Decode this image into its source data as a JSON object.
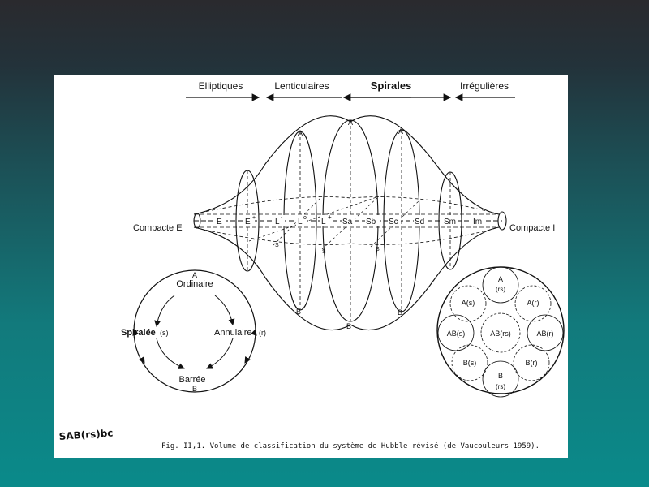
{
  "categories": {
    "elliptiques": "Elliptiques",
    "lenticulaires": "Lenticulaires",
    "spirales": "Spirales",
    "irregulieres": "Irrégulières"
  },
  "ends": {
    "left": "Compacte E",
    "right": "Compacte I"
  },
  "sequence": [
    "E",
    "E+",
    "L-",
    "L0",
    "L+",
    "Sa",
    "Sb",
    "Sc",
    "Sd",
    "Sm",
    "Im"
  ],
  "sequence_display": {
    "e": "E",
    "e_plus": "E",
    "l_minus": "L",
    "l_zero": "L",
    "l_plus": "L",
    "sa": "Sa",
    "sb": "Sb",
    "sc": "Sc",
    "sd": "Sd",
    "sm": "Sm",
    "im": "Im"
  },
  "superscripts": {
    "plus": "+",
    "minus": "-",
    "zero": "o"
  },
  "pole_labels": {
    "a": "A",
    "b": "B",
    "s": "S"
  },
  "cycle": {
    "top_letter": "A",
    "top": "Ordinaire",
    "left": "Spiralée",
    "left_code": "(s)",
    "right": "Annulaire",
    "right_code": "(r)",
    "bottom": "Barrée",
    "bottom_letter": "B"
  },
  "cross_section": {
    "top_letter": "A",
    "top_code": "(rs)",
    "a_s": "A(s)",
    "a_r": "A(r)",
    "ab_s": "AB(s)",
    "ab_rs": "AB(rs)",
    "ab_r": "AB(r)",
    "b_s": "B(s)",
    "b_r": "B(r)",
    "bottom_letter": "B",
    "bottom_code": "(rs)"
  },
  "handwritten_note": "SAB(rs)bc",
  "caption": "Fig. II,1. Volume de classification du système de Hubble révisé (de Vaucouleurs 1959)."
}
